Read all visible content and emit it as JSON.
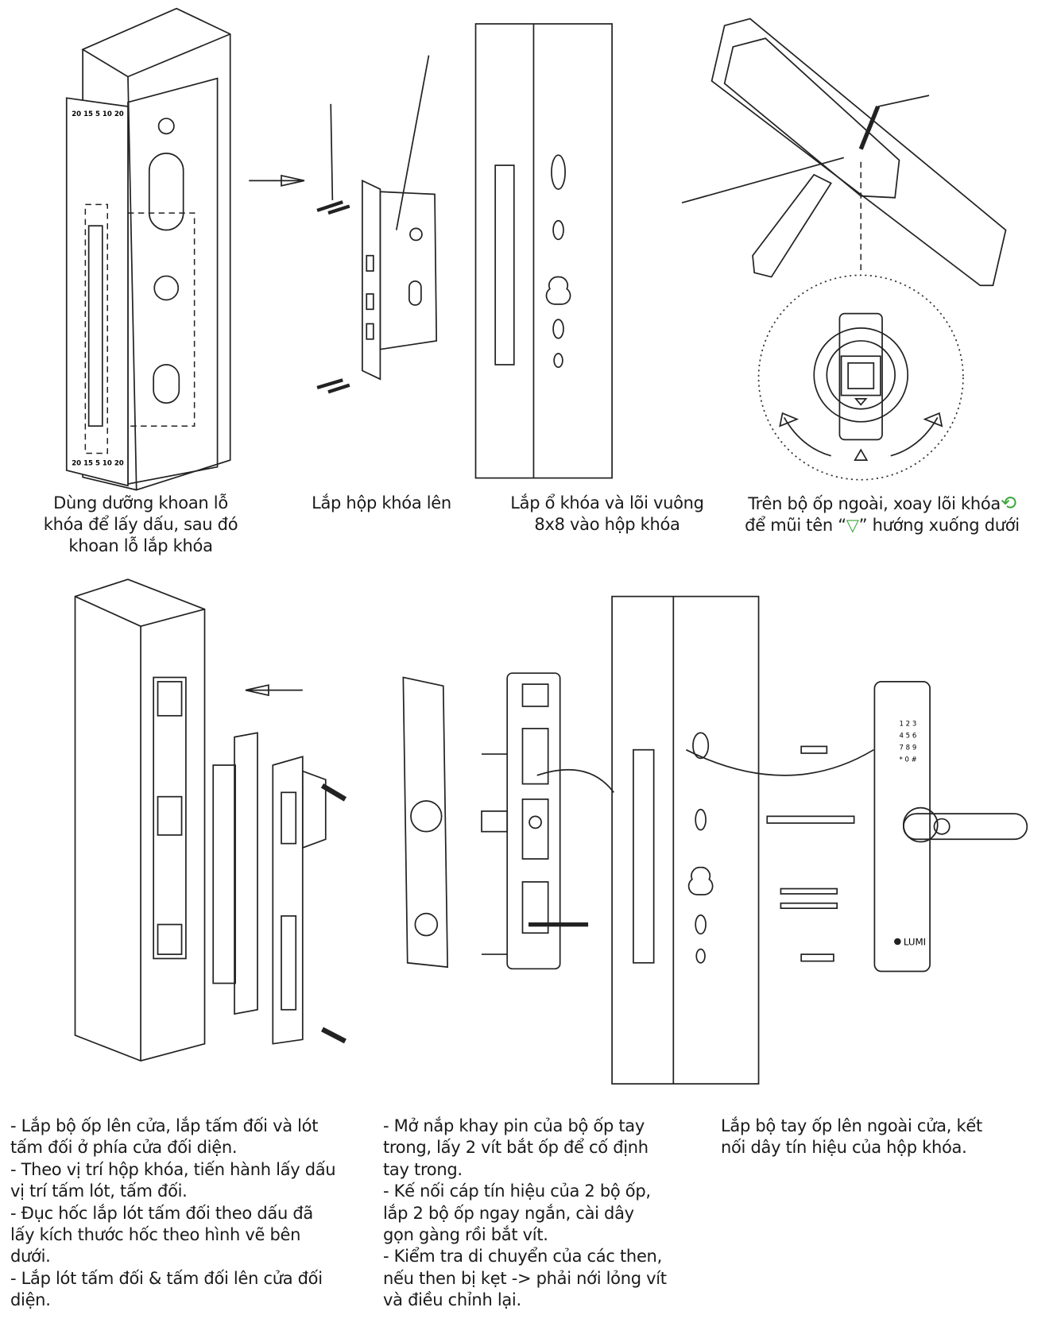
{
  "captions": {
    "step1": [
      "Dùng dưỡng khoan lỗ",
      "khóa để lấy dấu, sau đó",
      "khoan lỗ lắp khóa"
    ],
    "step2": [
      "Lắp hộp khóa lên"
    ],
    "step3": [
      "Lắp ổ khóa và lõi vuông",
      "8x8 vào hộp khóa"
    ],
    "step4": {
      "line1": "Trên bộ ốp ngoài, xoay lõi khóa",
      "line2_before": "để mũi tên “",
      "arrow": "▽",
      "line2_after": "” hướng xuống dưới"
    }
  },
  "instructions": {
    "strike_plate": [
      "- Lắp bộ ốp lên cửa, lắp tấm đối và lót",
      "tấm đối ở phía cửa đối diện.",
      "- Theo vị trí hộp khóa, tiến hành lấy dấu",
      "vị trí tấm lót, tấm đối.",
      "- Đục hốc lắp lót tấm đối theo dấu đã",
      "lấy kích thước hốc theo hình vẽ bên",
      "dưới.",
      "- Lắp lót tấm đối & tấm đối lên cửa đối",
      "diện."
    ],
    "inner_panel": [
      "- Mở nắp khay pin của bộ ốp tay",
      "trong, lấy 2 vít bắt ốp để cố định",
      "tay trong.",
      "- Kế nối cáp tín hiệu của 2 bộ ốp,",
      "lắp 2 bộ ốp ngay ngắn, cài dây",
      "gọn gàng rồi bắt vít.",
      "- Kiểm tra di chuyển của các then,",
      "nếu then bị kẹt -> phải nới lỏng vít",
      "và điều chỉnh lại."
    ],
    "outer_panel": [
      "Lắp bộ tay ốp lên ngoài cửa, kết",
      "nối dây tín hiệu của hộp khóa."
    ]
  },
  "diagram_labels": {
    "template_ruler_top": "20 15 5 10 20",
    "template_ruler_bottom": "20 15 5 10 20",
    "keypad": [
      "1",
      "2",
      "3",
      "4",
      "5",
      "6",
      "7",
      "8",
      "9",
      "*",
      "0",
      "#"
    ],
    "brand": "LUMI"
  },
  "colors": {
    "accent_green": "#3aa63a",
    "line": "#222222"
  }
}
